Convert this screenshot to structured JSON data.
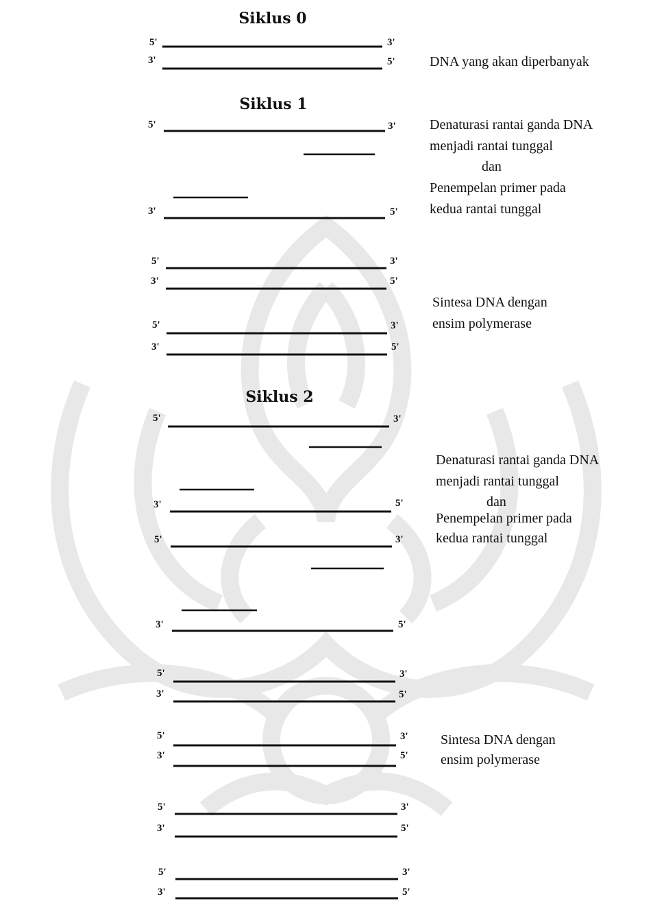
{
  "cycles": [
    {
      "title": "Siklus 0",
      "strands": [
        {
          "left": "5'",
          "right": "3'"
        },
        {
          "left": "3'",
          "right": "5'"
        }
      ],
      "description": [
        "DNA yang akan diperbanyak"
      ]
    },
    {
      "title": "Siklus 1",
      "denaturation": {
        "strands": [
          {
            "left": "5'",
            "right": "3'"
          },
          {
            "left": "3'",
            "right": "5'"
          }
        ],
        "description": [
          "Denaturasi rantai ganda DNA",
          "menjadi rantai tunggal",
          "dan",
          "Penempelan primer pada",
          "kedua rantai tunggal"
        ]
      },
      "synthesis": {
        "strands": [
          {
            "left": "5'",
            "right": "3'"
          },
          {
            "left": "3'",
            "right": "5'"
          },
          {
            "left": "5'",
            "right": "3'"
          },
          {
            "left": "3'",
            "right": "5'"
          }
        ],
        "description": [
          "Sintesa DNA dengan",
          "ensim polymerase"
        ]
      }
    },
    {
      "title": "Siklus 2",
      "denaturation": {
        "strands": [
          {
            "left": "5'",
            "right": "3'"
          },
          {
            "left": "3'",
            "right": "5'"
          },
          {
            "left": "5'",
            "right": "3'"
          },
          {
            "left": "3'",
            "right": "5'"
          }
        ],
        "description": [
          "Denaturasi rantai ganda DNA",
          "menjadi rantai tunggal",
          "dan",
          "Penempelan primer pada",
          "kedua rantai tunggal"
        ]
      },
      "synthesis": {
        "strands": [
          {
            "left": "5'",
            "right": "3'"
          },
          {
            "left": "3'",
            "right": "5'"
          },
          {
            "left": "5'",
            "right": "3'"
          },
          {
            "left": "3'",
            "right": "5'"
          },
          {
            "left": "5'",
            "right": "3'"
          },
          {
            "left": "3'",
            "right": "5'"
          },
          {
            "left": "5'",
            "right": "3'"
          },
          {
            "left": "3'",
            "right": "5'"
          }
        ],
        "description": [
          "Sintesa DNA dengan",
          "ensim polymerase"
        ]
      }
    }
  ]
}
